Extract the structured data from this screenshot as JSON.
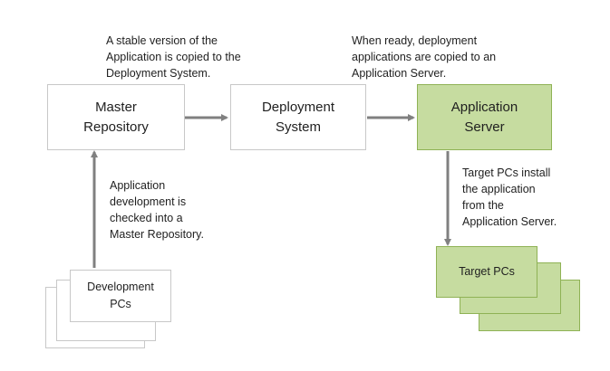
{
  "annotations": {
    "copy_to_deployment": "A stable version of the\nApplication is copied to the\nDeployment System.",
    "copy_to_app_server": "When ready, deployment\napplications are copied to an\nApplication Server.",
    "checked_into_repo": "Application\ndevelopment is\nchecked into a\nMaster Repository.",
    "targets_install": "Target PCs install\nthe application\nfrom the\nApplication Server."
  },
  "nodes": {
    "master_repository": "Master\nRepository",
    "deployment_system": "Deployment\nSystem",
    "application_server": "Application\nServer",
    "development_pcs": "Development\nPCs",
    "target_pcs": "Target PCs"
  },
  "colors": {
    "arrow": "#808080",
    "green_fill": "#c6dca0",
    "green_border": "#8fb255",
    "plain_border": "#c8c8c8"
  }
}
